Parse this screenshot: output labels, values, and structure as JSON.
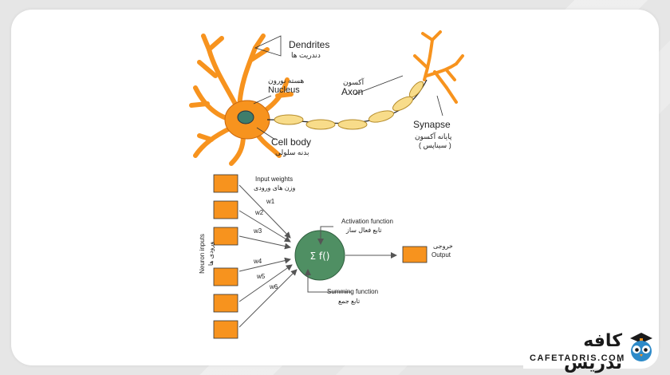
{
  "neuron": {
    "dendrites_en": "Dendrites",
    "dendrites_fa": "دندریت ها",
    "nucleus_fa": "هسته نورون",
    "nucleus_en": "Nucleus",
    "axon_fa": "آکسون",
    "axon_en": "Axon",
    "cellbody_en": "Cell body",
    "cellbody_fa": "بدنه سلولی",
    "synapse_en": "Synapse",
    "synapse_fa_1": "پایانه آکسون",
    "synapse_fa_2": "( سیناپس )"
  },
  "perceptron": {
    "input_weights_en": "Input weights",
    "input_weights_fa": "وزن های ورودی",
    "neuron_inputs_en": "Neuron inputs",
    "neuron_inputs_fa": "ورودی ها",
    "weights": [
      "w1",
      "w2",
      "w3",
      "w4",
      "w5",
      "w6"
    ],
    "activation_en": "Activation function",
    "activation_fa": "تابع فعال ساز",
    "node_label": "Σ  f()",
    "summing_en": "Summing function",
    "summing_fa": "تابع جمع",
    "output_fa": "خروجی",
    "output_en": "Output"
  },
  "brand": {
    "logo": "کافه تدریس",
    "url": "CAFETADRIS.COM"
  },
  "colors": {
    "orange": "#f7931e",
    "node_green": "#4f8f63",
    "axon_yellow": "#f8dc8a",
    "nucleus_green": "#3f7d6b"
  }
}
